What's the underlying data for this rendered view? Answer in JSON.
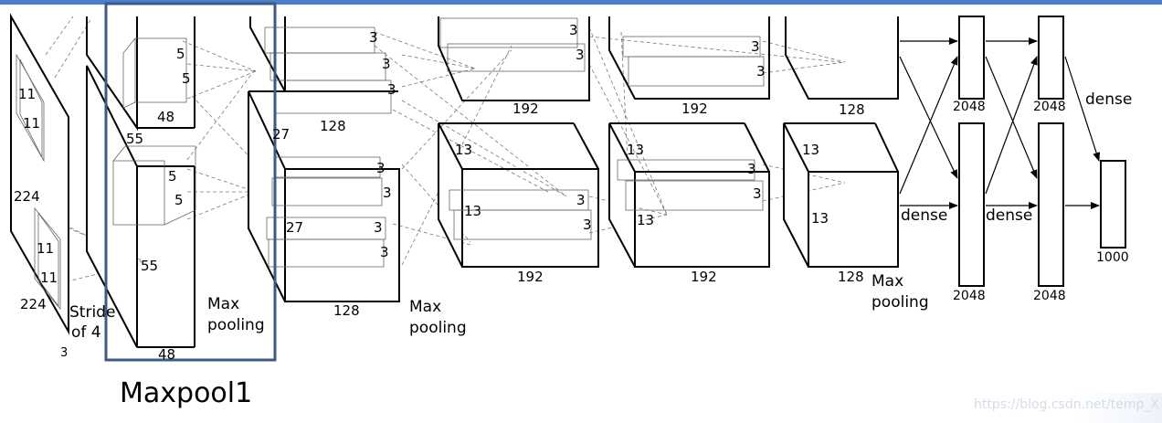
{
  "colors": {
    "top_bar": "#4a7fc9",
    "highlight_box": "#3b5a86",
    "watermark": "#d6dce6"
  },
  "caption": "Maxpool1",
  "watermark": "https://blog.csdn.net/temp_X",
  "labels": {
    "input": {
      "size_top": "224",
      "size_bottom": "224",
      "depth": "3",
      "kernel_a": "11",
      "kernel_b": "11",
      "kernel_c": "11",
      "kernel_d": "11",
      "stride": "Stride",
      "stride_of": "of 4"
    },
    "conv1": {
      "size_top": "55",
      "size_bottom": "55",
      "depth_top": "48",
      "depth_bottom": "48",
      "k1": "5",
      "k2": "5",
      "k3": "5",
      "k4": "5",
      "pool": "Max",
      "pool2": "pooling"
    },
    "conv2": {
      "size_top": "27",
      "size_bottom": "27",
      "depth_top": "128",
      "depth_bottom": "128",
      "k1": "3",
      "k2": "3",
      "k3": "3",
      "k4": "3",
      "k5": "3",
      "k6": "3",
      "pool": "Max",
      "pool2": "pooling"
    },
    "conv3": {
      "size": "13",
      "depth_top": "192",
      "depth_bottom": "192",
      "k1": "3",
      "k2": "3",
      "k3": "3",
      "k4": "3",
      "size_inner": "13"
    },
    "conv4": {
      "size": "13",
      "size_inner": "13",
      "depth_top": "192",
      "depth_bottom": "192",
      "k1": "3",
      "k2": "3",
      "k3": "3",
      "k4": "3"
    },
    "conv5": {
      "size_a": "13",
      "size_b": "13",
      "depth_top": "128",
      "depth_bottom": "128",
      "pool": "Max",
      "pool2": "pooling"
    },
    "fc": {
      "fc1_top": "2048",
      "fc1_bottom": "2048",
      "fc2_top": "2048",
      "fc2_bottom": "2048",
      "out": "1000",
      "dense_a": "dense",
      "dense_b": "dense",
      "dense_c": "dense"
    }
  }
}
